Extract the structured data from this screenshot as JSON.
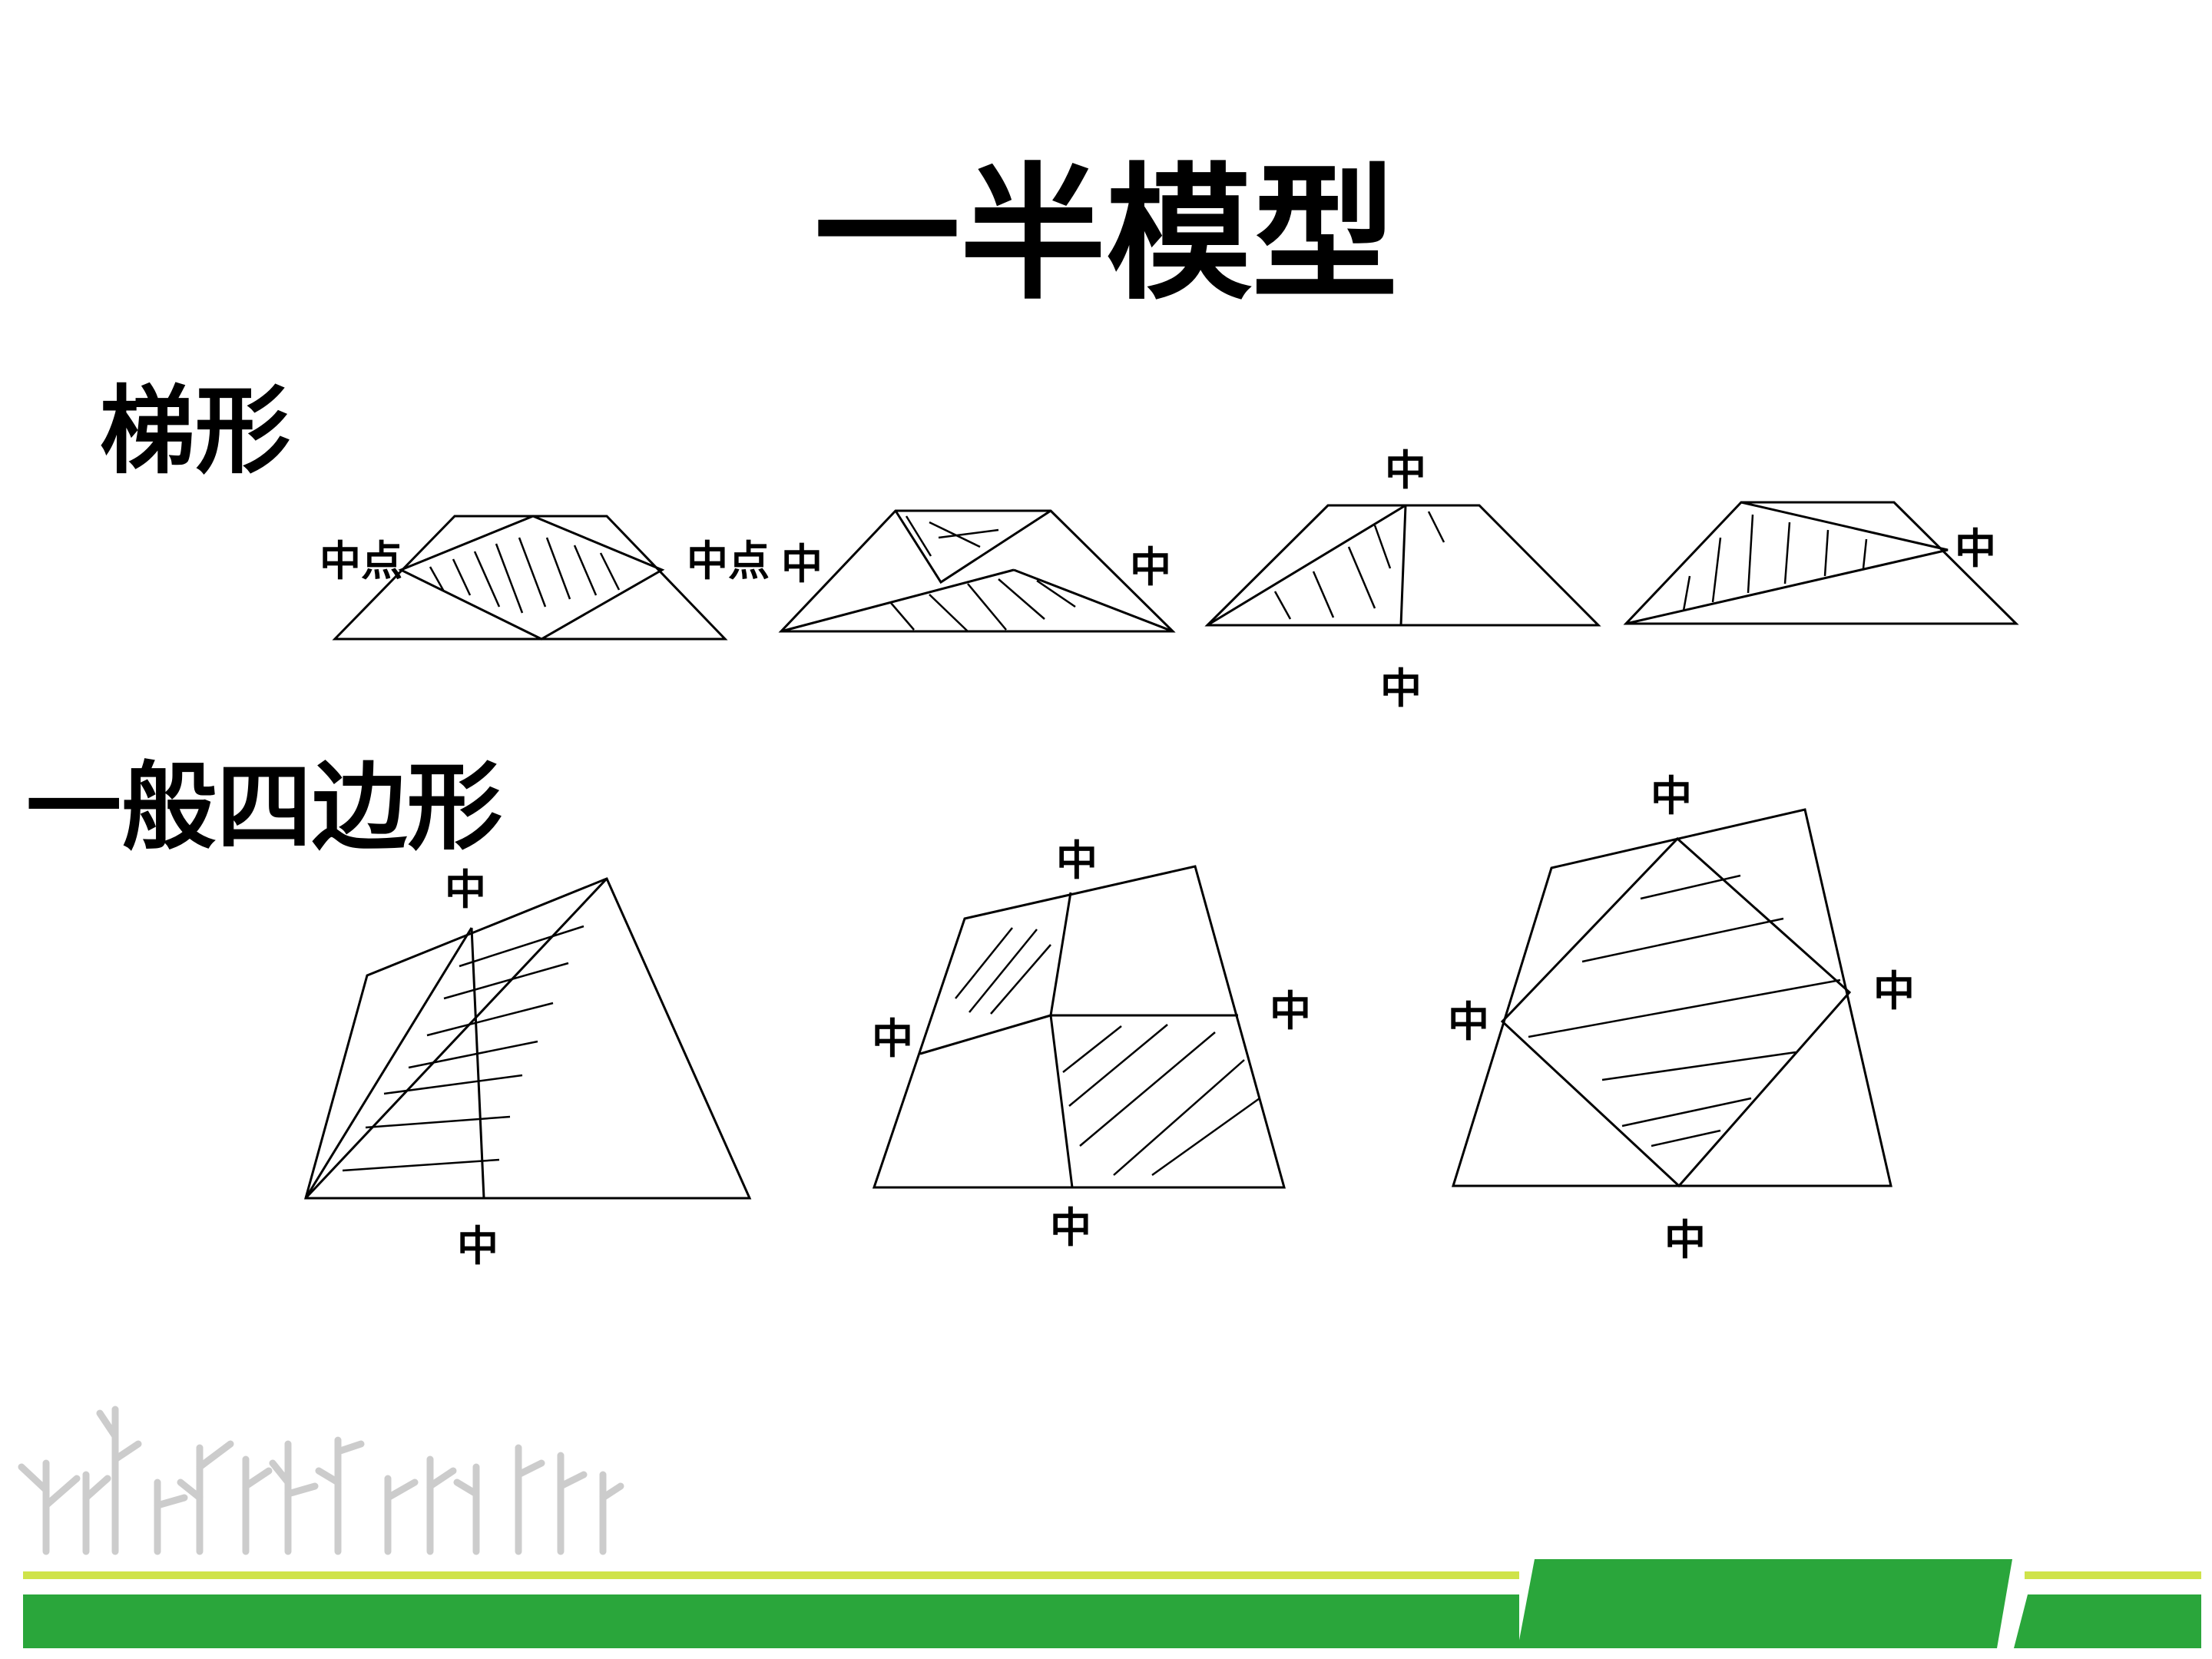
{
  "title": "一半模型",
  "sections": {
    "trapezoid": "梯形",
    "quadrilateral": "一般四边形"
  },
  "labels": {
    "midpoint": "中点",
    "mid": "中"
  },
  "colors": {
    "footer_green": "#2aa63b",
    "footer_light": "#cfe34a",
    "plant_gray": "#cccccc"
  }
}
